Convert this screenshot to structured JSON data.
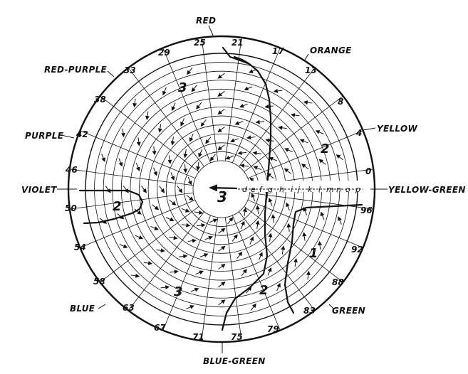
{
  "center_label": "3",
  "hue_labels": [
    {
      "id": "red",
      "text": "RED"
    },
    {
      "id": "orange",
      "text": "ORANGE"
    },
    {
      "id": "yellow",
      "text": "YELLOW"
    },
    {
      "id": "yellow-green",
      "text": "YELLOW-GREEN"
    },
    {
      "id": "green",
      "text": "GREEN"
    },
    {
      "id": "blue-green",
      "text": "BLUE-GREEN"
    },
    {
      "id": "blue",
      "text": "BLUE"
    },
    {
      "id": "violet",
      "text": "VIOLET"
    },
    {
      "id": "purple",
      "text": "PURPLE"
    },
    {
      "id": "red-purple",
      "text": "RED-PURPLE"
    }
  ],
  "ring_numbers": [
    "0",
    "4",
    "8",
    "13",
    "17",
    "21",
    "25",
    "29",
    "33",
    "38",
    "42",
    "46",
    "50",
    "54",
    "58",
    "63",
    "67",
    "71",
    "75",
    "79",
    "83",
    "88",
    "92",
    "96"
  ],
  "step_letters": [
    "d",
    "e",
    "f",
    "g",
    "h",
    "i",
    "j",
    "k",
    "l",
    "m",
    "n",
    "o",
    "p"
  ],
  "region_labels": [
    {
      "id": "region-3-top",
      "text": "3"
    },
    {
      "id": "region-2-right",
      "text": "2"
    },
    {
      "id": "region-2-left",
      "text": "2"
    },
    {
      "id": "region-1-lower-right",
      "text": "1"
    },
    {
      "id": "region-3-bottom",
      "text": "3"
    },
    {
      "id": "region-2-bottom",
      "text": "2"
    }
  ],
  "colors": {
    "ink": "#111111",
    "background": "#ffffff"
  }
}
